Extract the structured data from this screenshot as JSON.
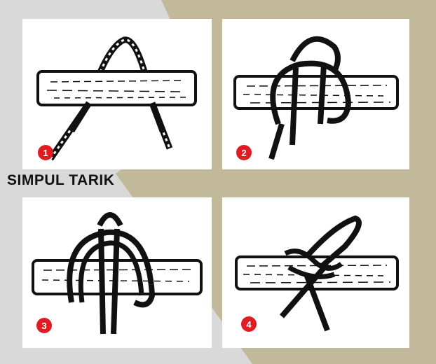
{
  "title": "SIMPUL TARIK",
  "colors": {
    "background_gray": "#d9d9d9",
    "background_khaki": "#c2b99a",
    "panel": "#ffffff",
    "badge": "#e11b22",
    "rope": "#111111"
  },
  "steps": [
    {
      "number": "1",
      "icon": "rope-over-log-icon"
    },
    {
      "number": "2",
      "icon": "rope-loop-around-log-icon"
    },
    {
      "number": "3",
      "icon": "rope-wrapped-log-icon"
    },
    {
      "number": "4",
      "icon": "finished-knot-on-log-icon"
    }
  ]
}
